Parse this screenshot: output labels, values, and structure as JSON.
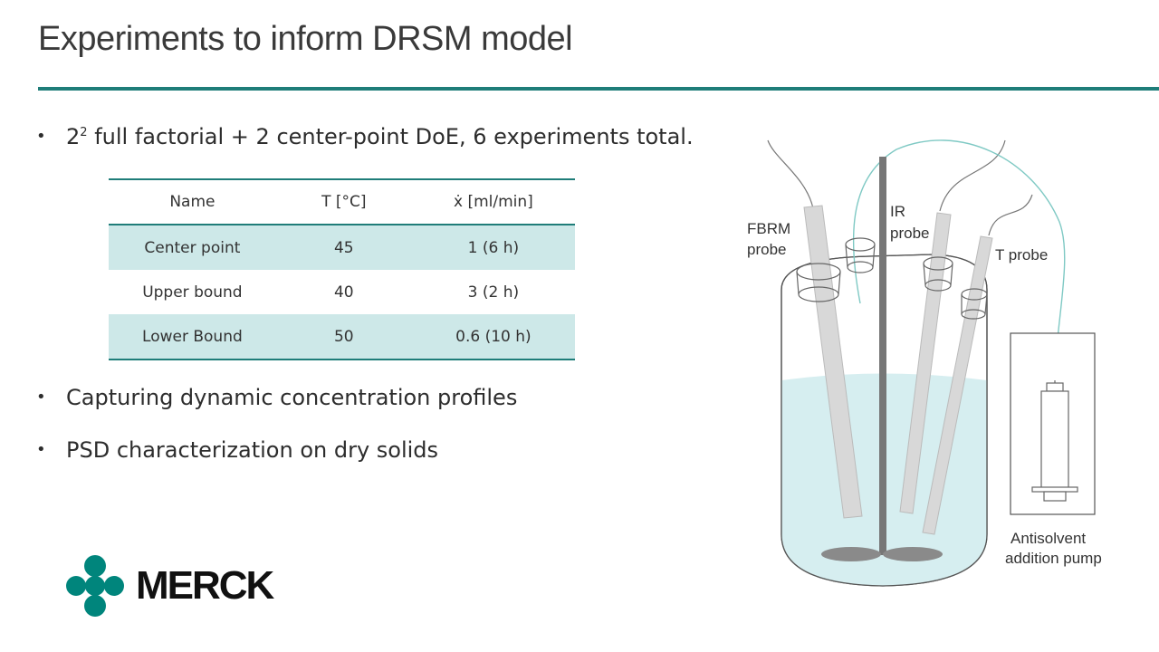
{
  "slide": {
    "title": "Experiments to inform DRSM model"
  },
  "bullets": {
    "b1_prefix": "2",
    "b1_sup": "2",
    "b1_text": " full factorial + 2 center-point DoE, 6 experiments total.",
    "b2": "Capturing dynamic concentration profiles",
    "b3": "PSD characterization on dry solids"
  },
  "table": {
    "headers": [
      "Name",
      "T  [°C]",
      "ẋ [ml/min]"
    ],
    "rows": [
      [
        "Center point",
        "45",
        "1 (6 h)"
      ],
      [
        "Upper bound",
        "40",
        "3 (2 h)"
      ],
      [
        "Lower Bound",
        "50",
        "0.6 (10 h)"
      ]
    ]
  },
  "diagram": {
    "fbrm_line1": "FBRM",
    "fbrm_line2": "probe",
    "ir_line1": "IR",
    "ir_line2": "probe",
    "t_probe": "T probe",
    "pump_line1": "Antisolvent",
    "pump_line2": "addition pump"
  },
  "logo": {
    "text": "MERCK",
    "color": "#00857c"
  },
  "colors": {
    "accent": "#1f7d79",
    "table_shade": "#cde8e8",
    "liquid": "#d6eef0"
  }
}
